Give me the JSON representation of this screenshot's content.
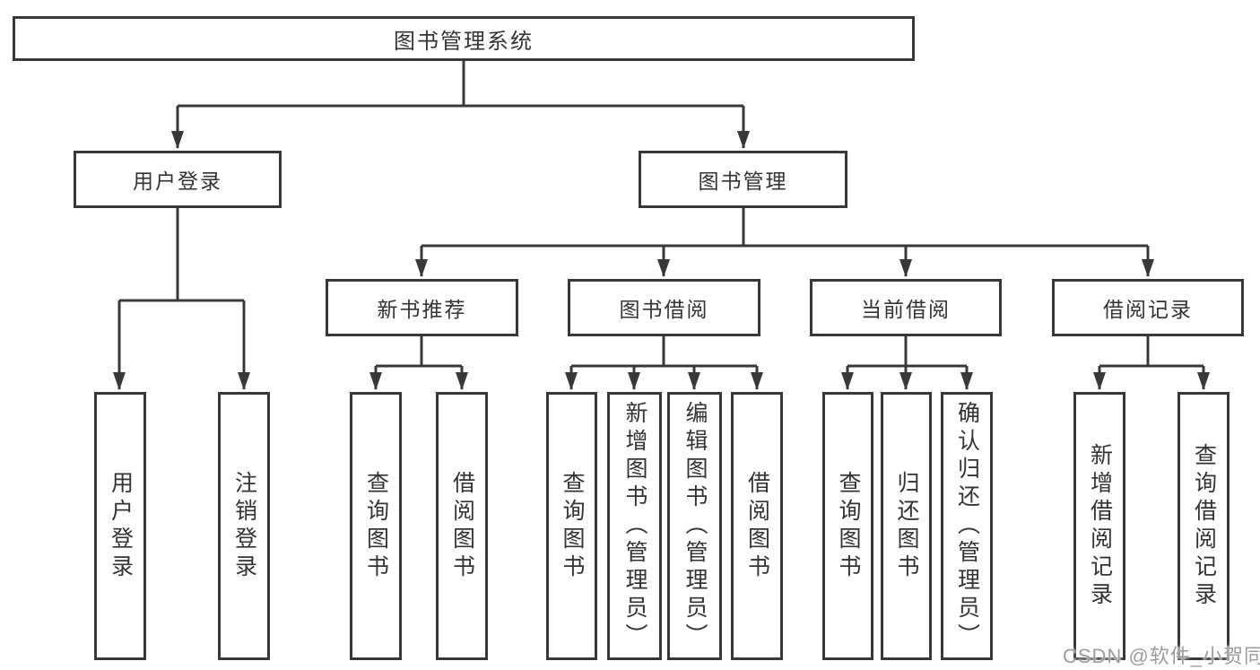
{
  "diagram": {
    "type": "hierarchy-tree",
    "colors": {
      "line": "#383838",
      "text": "#333333",
      "background": "#ffffff",
      "watermark": "#9c9c9c"
    },
    "watermark": {
      "text": "CSDN @软件_小贺同学"
    },
    "tree": {
      "label": "图书管理系统",
      "children": [
        {
          "label": "用户登录",
          "children": [
            {
              "label": "用户登录"
            },
            {
              "label": "注销登录"
            }
          ]
        },
        {
          "label": "图书管理",
          "children": [
            {
              "label": "新书推荐",
              "children": [
                {
                  "label": "查询图书"
                },
                {
                  "label": "借阅图书"
                }
              ]
            },
            {
              "label": "图书借阅",
              "children": [
                {
                  "label": "查询图书"
                },
                {
                  "label": "新增图书（管理员）"
                },
                {
                  "label": "编辑图书（管理员）"
                },
                {
                  "label": "借阅图书"
                }
              ]
            },
            {
              "label": "当前借阅",
              "children": [
                {
                  "label": "查询图书"
                },
                {
                  "label": "归还图书"
                },
                {
                  "label": "确认归还（管理员）"
                }
              ]
            },
            {
              "label": "借阅记录",
              "children": [
                {
                  "label": "新增借阅记录"
                },
                {
                  "label": "查询借阅记录"
                }
              ]
            }
          ]
        }
      ]
    }
  }
}
